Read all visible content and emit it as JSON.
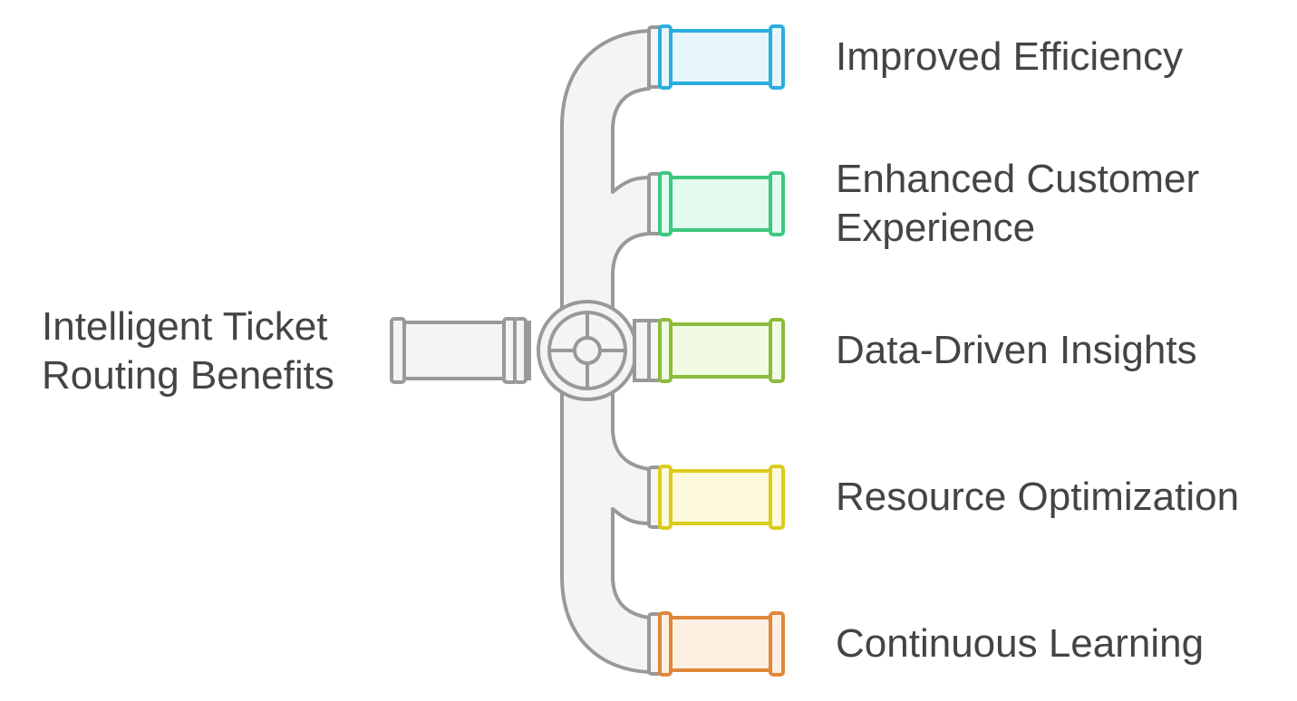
{
  "title": {
    "line1": "Intelligent Ticket",
    "line2": "Routing Benefits"
  },
  "outputs": [
    {
      "lines": [
        "Improved Efficiency"
      ],
      "stroke": "#2aaede",
      "fill": "#e6f6fc"
    },
    {
      "lines": [
        "Enhanced Customer",
        "Experience"
      ],
      "stroke": "#3ec77f",
      "fill": "#e3faee"
    },
    {
      "lines": [
        "Data-Driven Insights"
      ],
      "stroke": "#8dbb3a",
      "fill": "#f1fbe3"
    },
    {
      "lines": [
        "Resource Optimization"
      ],
      "stroke": "#dccc1a",
      "fill": "#fcf9dc"
    },
    {
      "lines": [
        "Continuous Learning"
      ],
      "stroke": "#e0883a",
      "fill": "#fdf0e3"
    }
  ],
  "colors": {
    "pipe_stroke": "#999999",
    "pipe_fill": "#f4f4f4",
    "text": "#444444"
  }
}
